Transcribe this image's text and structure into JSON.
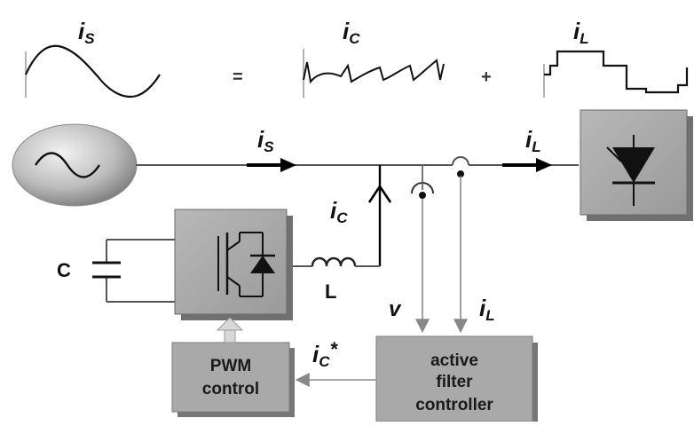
{
  "waveforms": {
    "source": {
      "symbol": "i",
      "subscript": "S"
    },
    "compensation": {
      "symbol": "i",
      "subscript": "C"
    },
    "load": {
      "symbol": "i",
      "subscript": "L"
    },
    "equals": "=",
    "plus": "+"
  },
  "circuit": {
    "source_current": {
      "symbol": "i",
      "subscript": "S"
    },
    "load_current": {
      "symbol": "i",
      "subscript": "L"
    },
    "comp_current": {
      "symbol": "i",
      "subscript": "C"
    },
    "capacitor_label": "C",
    "inductor_label": "L",
    "voltage_label": "v",
    "sense_current": {
      "symbol": "i",
      "subscript": "L"
    },
    "reference_current": {
      "symbol": "i",
      "subscript": "C",
      "superscript": "*"
    }
  },
  "blocks": {
    "pwm": {
      "line1": "PWM",
      "line2": "control"
    },
    "controller": {
      "line1": "active",
      "line2": "filter",
      "line3": "controller"
    }
  },
  "colors": {
    "block_fill": "#a8a8a8",
    "block_shadow": "#6f6f6f",
    "wire": "#555555",
    "signal_line": "#888888",
    "arrow": "#000000"
  }
}
